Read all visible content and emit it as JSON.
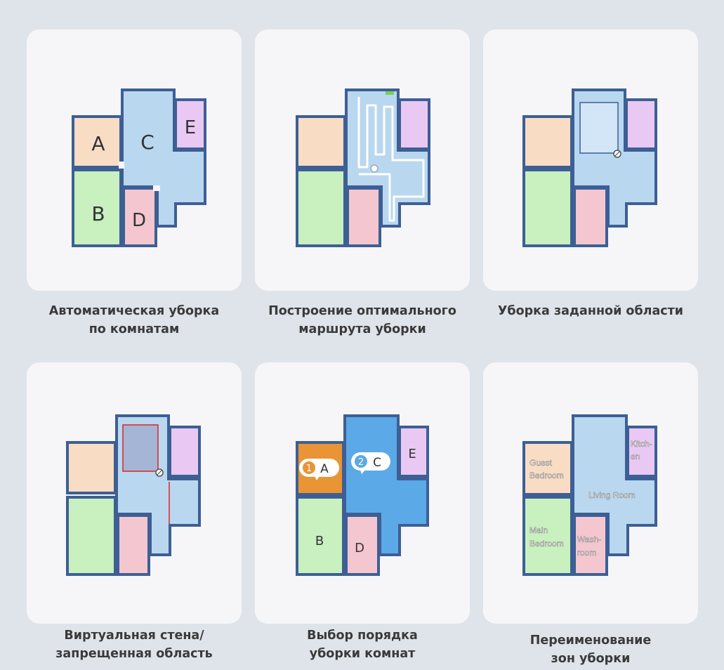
{
  "features": [
    {
      "caption": [
        "Автоматическая уборка",
        "по комнатам"
      ],
      "labels": {
        "a": "A",
        "b": "B",
        "c": "C",
        "d": "D",
        "e": "E"
      }
    },
    {
      "caption": [
        "Построение оптимального",
        "маршрута уборки"
      ]
    },
    {
      "caption": [
        "Уборка заданной области"
      ]
    },
    {
      "caption": [
        "Виртуальная стена/",
        "запрещенная область"
      ]
    },
    {
      "caption": [
        "Выбор порядка",
        "уборки комнат"
      ],
      "labels": {
        "a": "A",
        "b": "B",
        "c": "C",
        "d": "D",
        "e": "E"
      },
      "order": {
        "first": "1",
        "second": "2"
      }
    },
    {
      "caption": [
        "Переименование",
        "зон уборки"
      ],
      "labels": {
        "guest_1": "Guest",
        "guest_2": "Bedroom",
        "kitchen_1": "Kitch-",
        "kitchen_2": "en",
        "living": "Living Room",
        "main_1": "Main",
        "main_2": "Bedroom",
        "wash_1": "Wash-",
        "wash_2": "room"
      }
    }
  ],
  "colors": {
    "wall": "#3d5f95",
    "room_a": "#f8dcc4",
    "room_b": "#c9f0bf",
    "room_c": "#b9d7ef",
    "room_d": "#f4c6d0",
    "room_e": "#e9c9f3",
    "room_c_selected": "#5ba9e6",
    "room_a_selected": "#e99435",
    "forbidden_zone": "#e02424"
  }
}
